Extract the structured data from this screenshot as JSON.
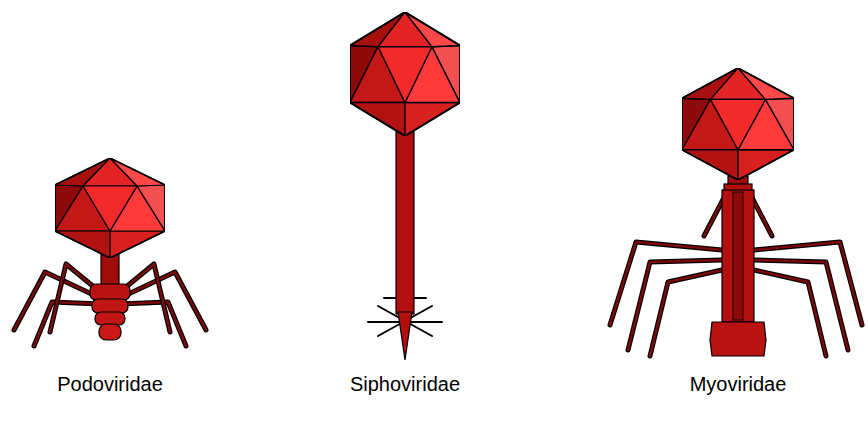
{
  "diagram": {
    "labels": [
      "Podoviridae",
      "Siphoviridae",
      "Myoviridae"
    ]
  }
}
